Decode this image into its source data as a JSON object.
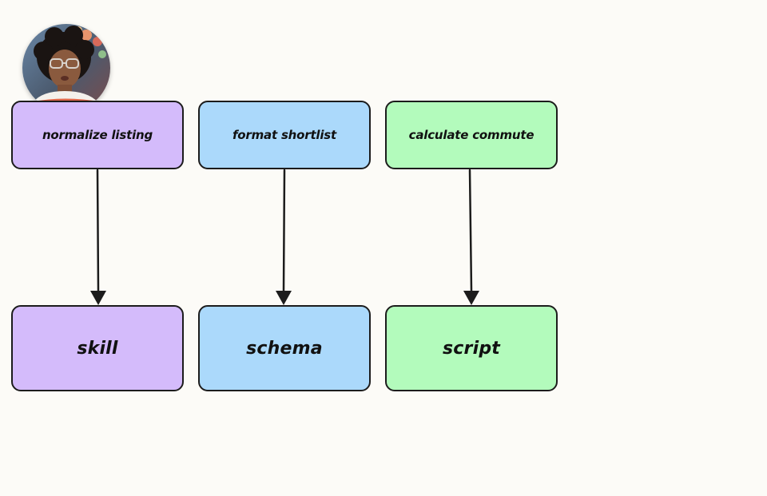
{
  "colors": {
    "background": "#fcfbf7",
    "purple": "#d4bbfb",
    "blue": "#abd9fb",
    "green": "#b3fbbc",
    "stroke": "#1c1c1c"
  },
  "columns": [
    {
      "top_label": "normalize listing",
      "bottom_label": "skill",
      "color": "#d4bbfb"
    },
    {
      "top_label": "format shortlist",
      "bottom_label": "schema",
      "color": "#abd9fb"
    },
    {
      "top_label": "calculate commute",
      "bottom_label": "script",
      "color": "#b3fbbc"
    }
  ],
  "avatar": {
    "icon": "webcam-presenter-avatar"
  }
}
